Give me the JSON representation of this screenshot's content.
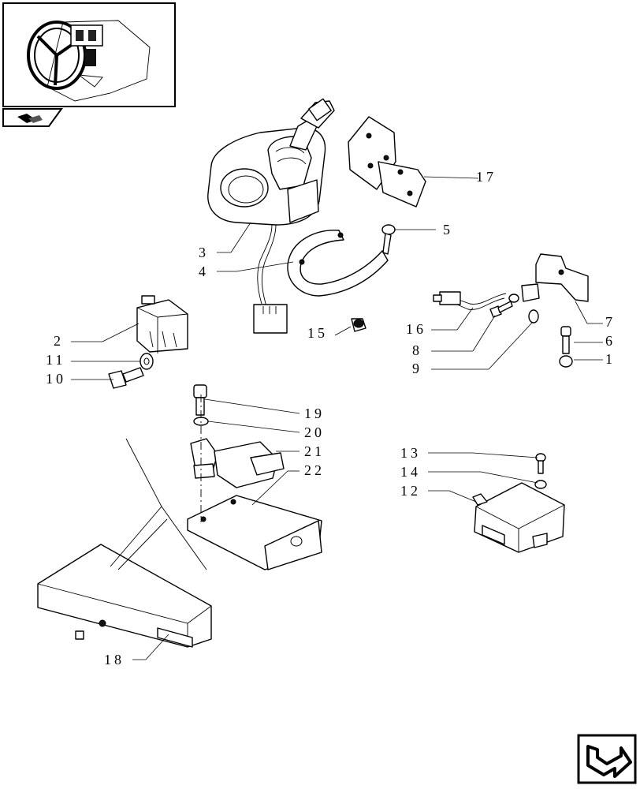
{
  "callouts": [
    {
      "id": "c1",
      "label": "1"
    },
    {
      "id": "c2",
      "label": "2"
    },
    {
      "id": "c3",
      "label": "3"
    },
    {
      "id": "c4",
      "label": "4"
    },
    {
      "id": "c5",
      "label": "5"
    },
    {
      "id": "c6",
      "label": "6"
    },
    {
      "id": "c7",
      "label": "7"
    },
    {
      "id": "c8",
      "label": "8"
    },
    {
      "id": "c9",
      "label": "9"
    },
    {
      "id": "c10",
      "label": "10"
    },
    {
      "id": "c11",
      "label": "11"
    },
    {
      "id": "c12",
      "label": "12"
    },
    {
      "id": "c13",
      "label": "13"
    },
    {
      "id": "c14",
      "label": "14"
    },
    {
      "id": "c15",
      "label": "15"
    },
    {
      "id": "c16",
      "label": "16"
    },
    {
      "id": "c17",
      "label": "17"
    },
    {
      "id": "c18",
      "label": "18"
    },
    {
      "id": "c19",
      "label": "19"
    },
    {
      "id": "c20",
      "label": "20"
    },
    {
      "id": "c21",
      "label": "21"
    },
    {
      "id": "c22",
      "label": "22"
    }
  ],
  "icons": {
    "thumbnail": "tractor-cab-steering-wheel-icon",
    "section_tab": "book-icon",
    "navigation": "next-page-arrow-icon"
  }
}
